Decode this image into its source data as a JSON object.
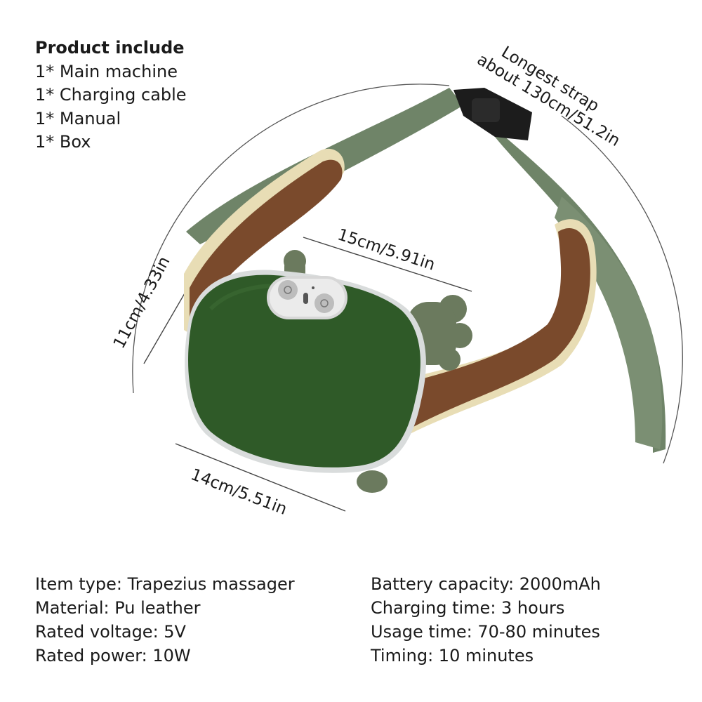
{
  "product_include": {
    "heading": "Product include",
    "items": [
      "1* Main machine",
      "1* Charging cable",
      "1* Manual",
      "1* Box"
    ]
  },
  "dimensions": {
    "strap_line1": "Longest strap",
    "strap_line2": "about 130cm/51.2in",
    "width_top": "15cm/5.91in",
    "height": "11cm/4.33in",
    "width_bottom": "14cm/5.51in"
  },
  "specs_left": [
    "Item type: Trapezius massager",
    "Material: Pu leather",
    "Rated voltage: 5V",
    "Rated power: 10W"
  ],
  "specs_right": [
    "Battery capacity: 2000mAh",
    "Charging time: 3 hours",
    "Usage time: 70-80 minutes",
    "Timing: 10 minutes"
  ],
  "colors": {
    "device_green": "#2f5a28",
    "strap_green": "#6f8468",
    "leather_brown": "#7a4a2c",
    "pad_beige": "#e8ddb5"
  }
}
